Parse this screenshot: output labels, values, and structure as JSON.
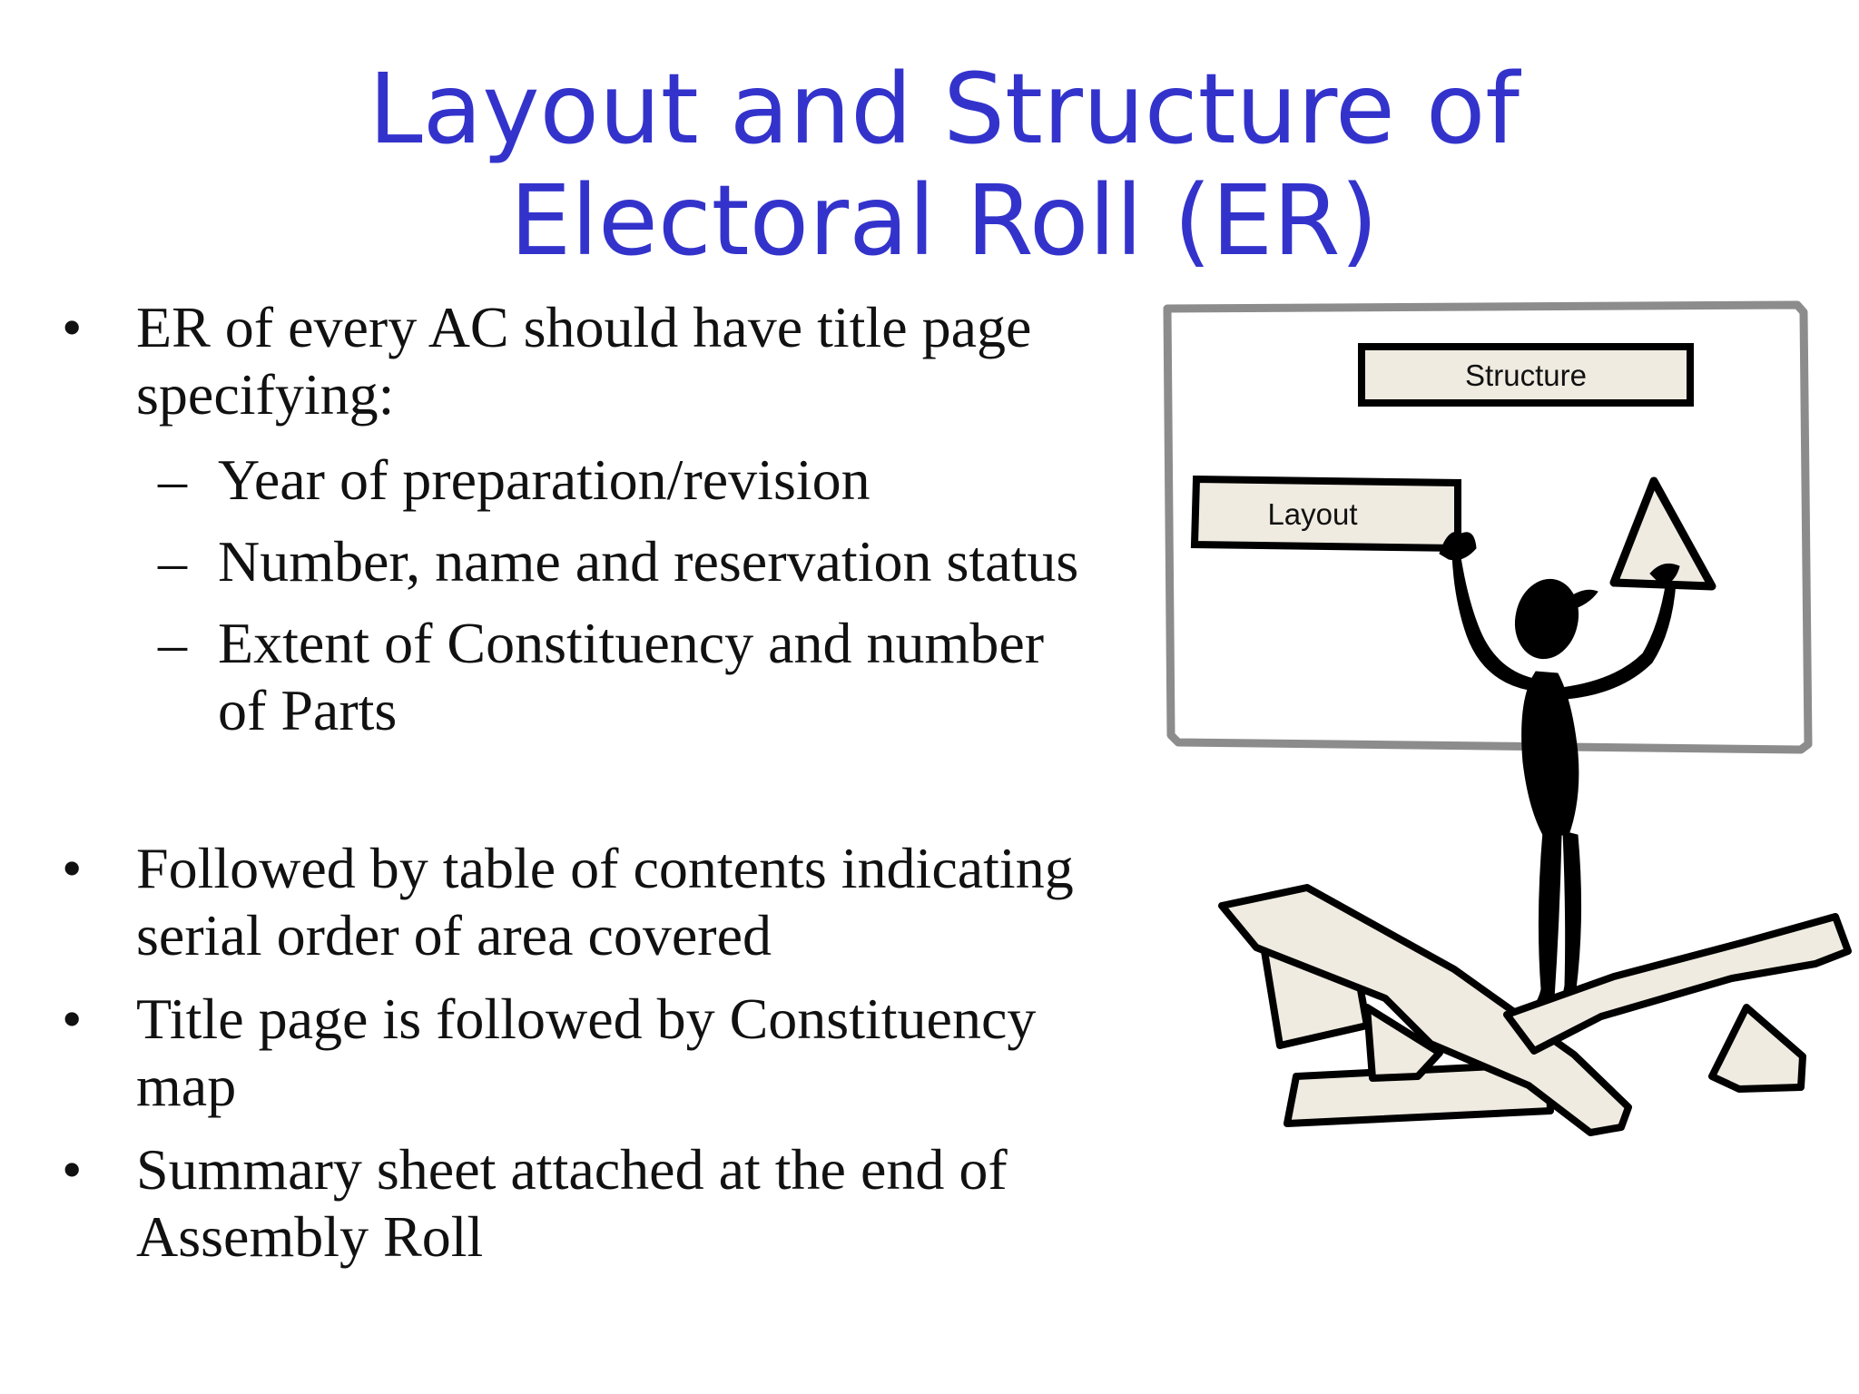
{
  "slide": {
    "title_line1": "Layout and Structure of",
    "title_line2": "Electoral Roll (ER)",
    "bullet_mark": "•",
    "dash_mark": "–",
    "bullets": [
      {
        "line1": "ER of every AC should have title page",
        "line2": "specifying:",
        "subs": [
          {
            "line1": "Year of preparation/revision"
          },
          {
            "line1": "Number, name and reservation status"
          },
          {
            "line1": "Extent of Constituency and number",
            "line2": "of Parts"
          }
        ]
      },
      {
        "line1": "Followed by table of contents indicating",
        "line2": "serial order of area covered"
      },
      {
        "line1": "Title page is followed by Constituency",
        "line2": "map"
      },
      {
        "line1": "Summary sheet attached at the end of",
        "line2": "Assembly Roll"
      }
    ]
  },
  "illustration": {
    "structure_label": "Structure",
    "layout_label": "Layout",
    "board_color": "#8c8c8c",
    "block_fill": "#efebe0",
    "figure_color": "#000000"
  }
}
